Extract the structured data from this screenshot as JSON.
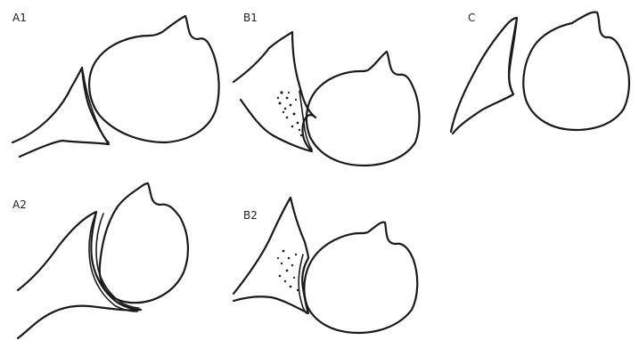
{
  "panels": [
    {
      "id": "a1",
      "label": "A1"
    },
    {
      "id": "b1",
      "label": "B1"
    },
    {
      "id": "c",
      "label": "C"
    },
    {
      "id": "a2",
      "label": "A2"
    },
    {
      "id": "b2",
      "label": "B2"
    }
  ],
  "colors": {
    "line": "#1a1a1a",
    "background": "#ffffff"
  }
}
